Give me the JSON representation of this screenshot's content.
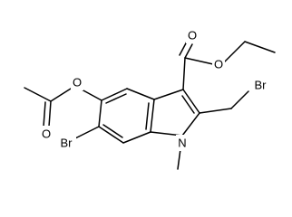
{
  "structure": {
    "labels": {
      "ester_carbonyl_o": "O",
      "ester_ether_o": "O",
      "acetoxy_o": "O",
      "acetyl_carbonyl_o": "O",
      "bromomethyl_br": "Br",
      "ring_br": "Br",
      "indole_n": "N"
    }
  }
}
